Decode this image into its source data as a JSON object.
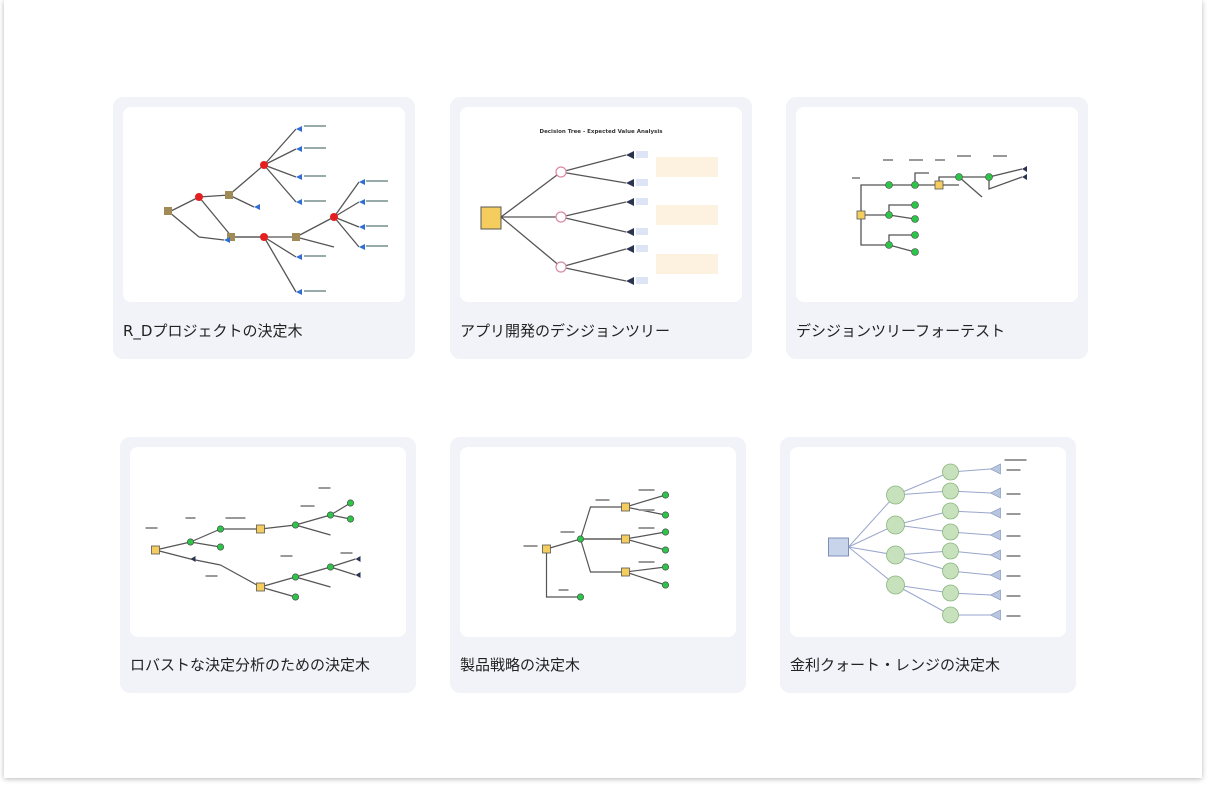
{
  "cards": [
    {
      "title": "R_Dプロジェクトの決定木",
      "icon": "decision-tree-thumbnail-icon"
    },
    {
      "title": "アプリ開発のデシジョンツリー",
      "icon": "decision-tree-thumbnail-icon",
      "preview_heading": "Decision Tree - Expected Value Analysis"
    },
    {
      "title": "デシジョンツリーフォーテスト",
      "icon": "decision-tree-thumbnail-icon"
    },
    {
      "title": "ロバストな決定分析のための決定木",
      "icon": "decision-tree-thumbnail-icon"
    },
    {
      "title": "製品戦略の決定木",
      "icon": "decision-tree-thumbnail-icon"
    },
    {
      "title": "金利クォート・レンジの決定木",
      "icon": "decision-tree-thumbnail-icon"
    }
  ],
  "colors": {
    "card_bg": "#f2f3f8",
    "decision_node": "#f5cd5e",
    "chance_node_green": "#2ec44a",
    "chance_node_red": "#e51f1f",
    "terminal_blue": "#2f6fd1",
    "terminal_navy": "#2a3350",
    "rate_node": "#c7e1bd"
  }
}
